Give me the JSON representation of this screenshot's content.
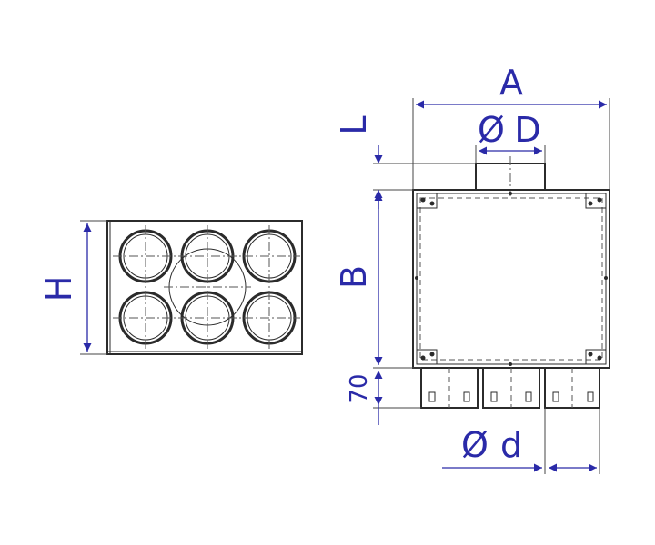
{
  "diagram": {
    "labels": {
      "A": "A",
      "D": "D",
      "L": "L",
      "B": "B",
      "H": "H",
      "d": "d",
      "base_height": "70",
      "diameter_symbol": "Ø"
    },
    "colors": {
      "dimension": "#2a2aa8",
      "line": "#2b2b2b",
      "hidden": "#555555"
    }
  }
}
